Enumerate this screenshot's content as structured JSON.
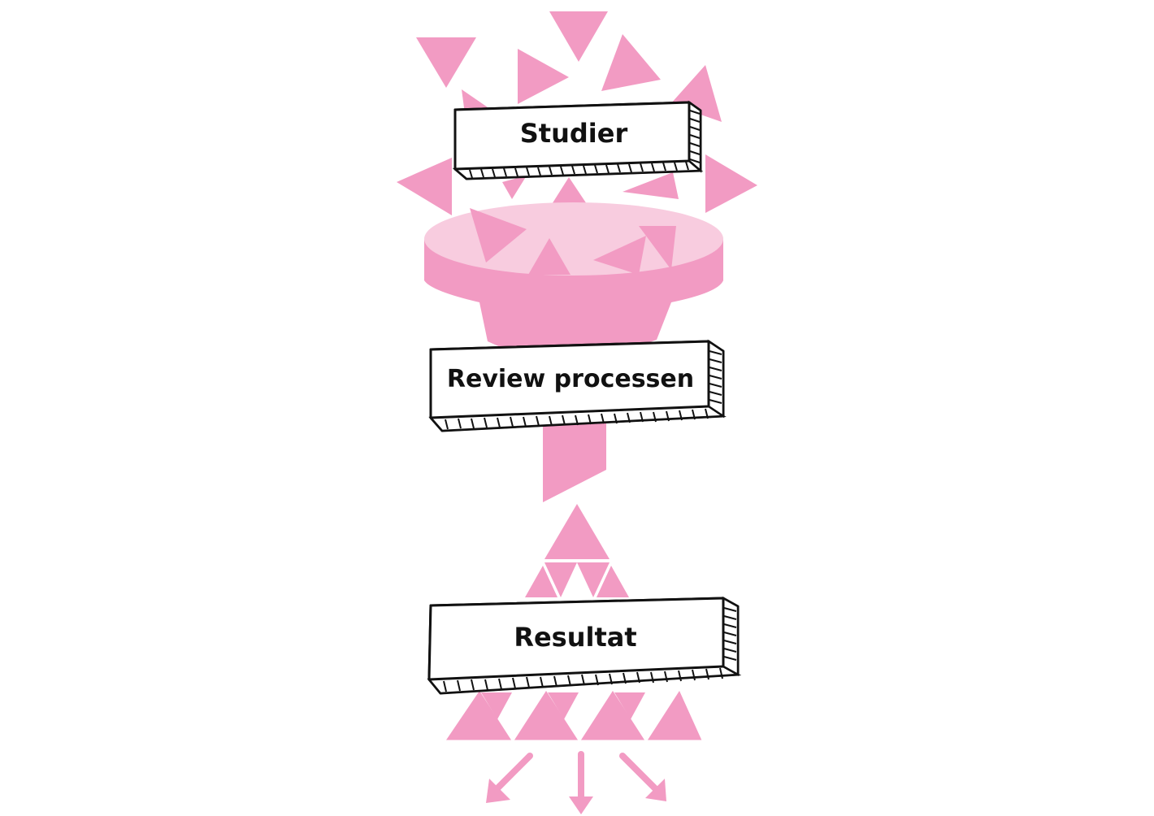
{
  "colors": {
    "pink": "#F29BC3",
    "pink_light": "#F8CCDF",
    "outline": "#111111",
    "background": "#FFFFFF"
  },
  "stages": [
    {
      "label": "Studier"
    },
    {
      "label": "Review processen"
    },
    {
      "label": "Resultat"
    }
  ],
  "icons": {
    "input_items": "triangle-shapes",
    "filter": "funnel",
    "output": "triangle-pyramid",
    "outputs": "arrow-icons"
  }
}
